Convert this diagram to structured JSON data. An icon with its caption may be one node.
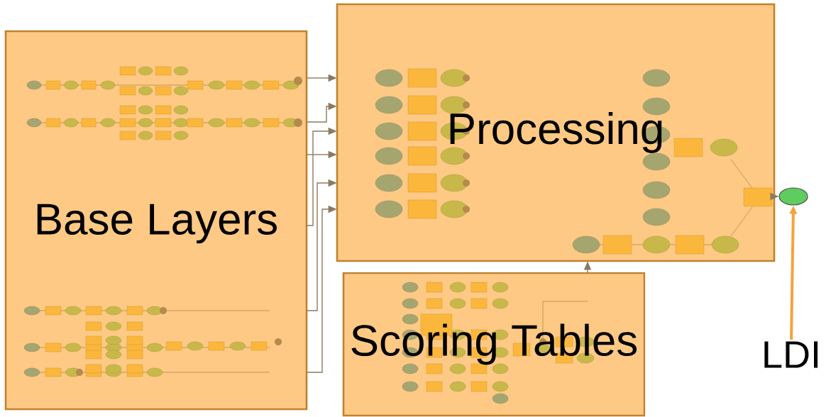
{
  "diagram": {
    "nodes": [
      {
        "text": [
          "Base Layers"
        ]
      },
      {
        "text": [
          "Processing"
        ]
      },
      {
        "text": [
          "Scoring Tables"
        ]
      },
      {
        "text": [],
        "shape": "circle"
      },
      {
        "text": [
          "LDI"
        ]
      }
    ],
    "edges": [
      {
        "from": 0,
        "to": 1,
        "arrow": "to"
      },
      {
        "from": 0,
        "to": 1,
        "arrow": "to"
      },
      {
        "from": 0,
        "to": 1,
        "arrow": "to"
      },
      {
        "from": 0,
        "to": 1,
        "arrow": "to"
      },
      {
        "from": 0,
        "to": 1,
        "arrow": "to"
      },
      {
        "from": 0,
        "to": 1,
        "arrow": "to"
      },
      {
        "from": 2,
        "to": 1,
        "arrow": "to"
      },
      {
        "from": 1,
        "to": 3,
        "arrow": "to"
      },
      {
        "from": 4,
        "to": 3,
        "arrow": "to",
        "style": "thick",
        "color": "#f5a33c"
      }
    ]
  }
}
